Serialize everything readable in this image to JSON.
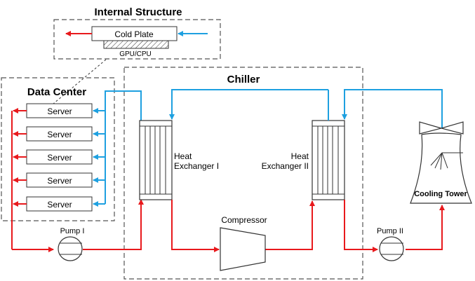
{
  "titles": {
    "internal_structure": "Internal Structure",
    "data_center": "Data Center",
    "chiller": "Chiller"
  },
  "internal_structure": {
    "cold_plate": "Cold Plate",
    "chip": "GPU/CPU"
  },
  "data_center": {
    "servers": [
      "Server",
      "Server",
      "Server",
      "Server",
      "Server"
    ]
  },
  "chiller": {
    "hx1_line1": "Heat",
    "hx1_line2": "Exchanger I",
    "hx2_line1": "Heat",
    "hx2_line2": "Exchanger II",
    "compressor": "Compressor"
  },
  "pumps": {
    "pump1": "Pump I",
    "pump2": "Pump II"
  },
  "cooling_tower": "Cooling Tower",
  "colors": {
    "hot": "#e8191c",
    "cold": "#1ea0e0",
    "frame": "#555555"
  }
}
